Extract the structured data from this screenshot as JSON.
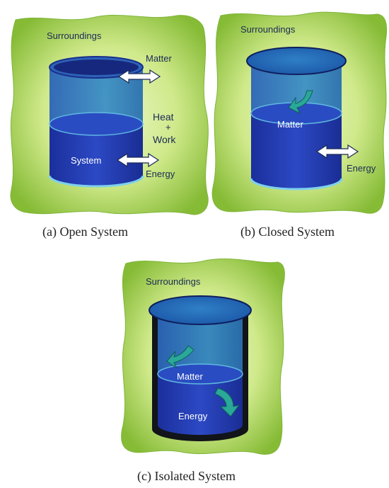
{
  "panels": {
    "open": {
      "surroundings": "Surroundings",
      "matter": "Matter",
      "heat": "Heat",
      "plus": "+",
      "work": "Work",
      "system": "System",
      "energy": "Energy",
      "caption": "(a) Open System"
    },
    "closed": {
      "surroundings": "Surroundings",
      "matter": "Matter",
      "energy": "Energy",
      "caption": "(b) Closed System"
    },
    "isolated": {
      "surroundings": "Surroundings",
      "matter": "Matter",
      "energy": "Energy",
      "caption": "(c) Isolated System"
    }
  },
  "colors": {
    "surroundings_light": "#e8f5c0",
    "surroundings_dark": "#8fc23c",
    "system_blue": "#1e3aa8",
    "system_dark_blue": "#121f6e",
    "system_cyan": "#43b3c8",
    "teal_arrow": "#2aa898",
    "white_arrow": "#ffffff"
  }
}
